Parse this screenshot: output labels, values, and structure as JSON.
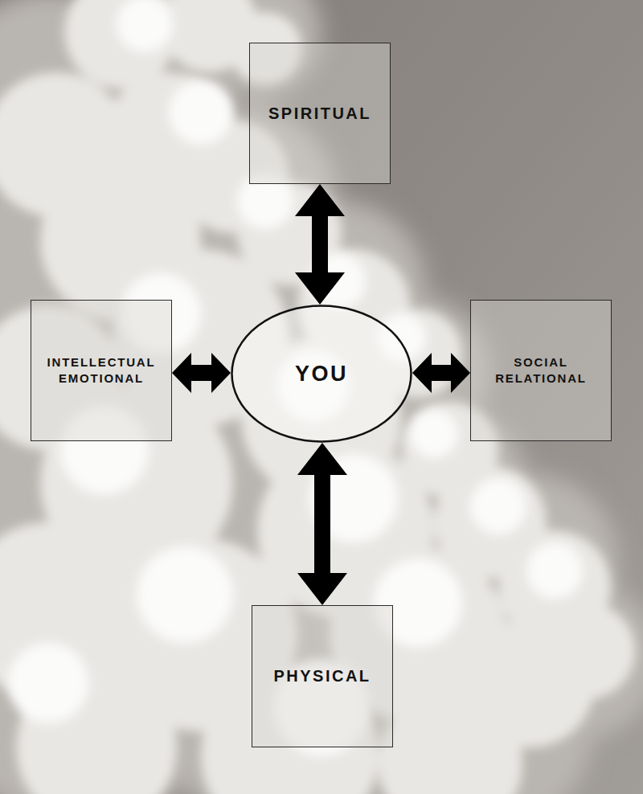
{
  "diagram": {
    "nodes": [
      {
        "text": [
          "SPIRITUAL"
        ]
      },
      {
        "text": [
          "INTELLECTUAL EMOTIONAL"
        ]
      },
      {
        "text": [
          "YOU"
        ]
      },
      {
        "text": [
          "SOCIAL RELATIONAL"
        ]
      },
      {
        "text": [
          "PHYSICAL"
        ]
      }
    ],
    "edges": [
      {
        "from": 2,
        "to": 0,
        "arrow": "both"
      },
      {
        "from": 2,
        "to": 1,
        "arrow": "both"
      },
      {
        "from": 2,
        "to": 3,
        "arrow": "both"
      },
      {
        "from": 2,
        "to": 4,
        "arrow": "both"
      }
    ]
  }
}
